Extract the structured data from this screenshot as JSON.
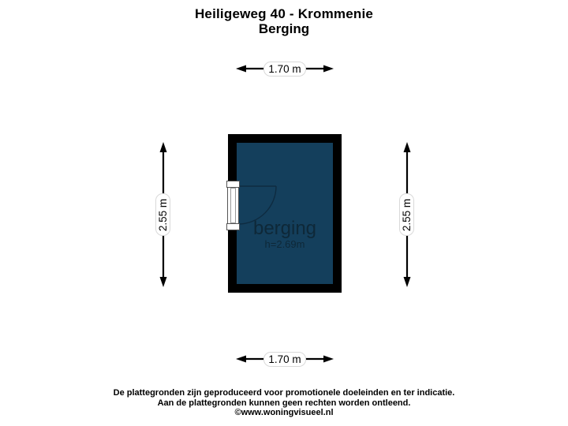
{
  "title": {
    "address": "Heiligeweg 40 - Krommenie",
    "subtitle": "Berging"
  },
  "floor_plan": {
    "room": {
      "name": "berging",
      "ceiling_height": "h=2.69m"
    },
    "dimensions": {
      "width_top": "1.70 m",
      "width_bottom": "1.70 m",
      "height_left": "2.55 m",
      "height_right": "2.55 m"
    }
  },
  "footer": {
    "disclaimer_line1": "De plattegronden zijn geproduceerd voor promotionele doeleinden en ter indicatie.",
    "disclaimer_line2": "Aan de plattegronden kunnen geen rechten worden ontleend.",
    "copyright": "©www.woningvisueel.nl"
  },
  "colors": {
    "background": "#ffffff",
    "wall": "#000000",
    "room_fill": "#143f5c",
    "room_text": "#0e2838",
    "swing_line": "#0e2b40",
    "dimension_text": "#000000",
    "pill_background": "#ffffff"
  }
}
